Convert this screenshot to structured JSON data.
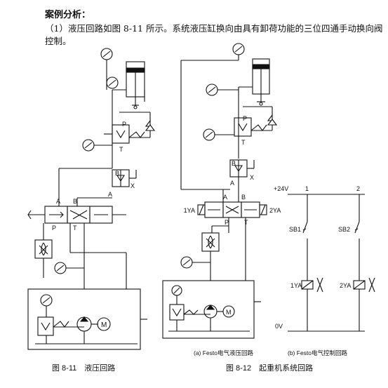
{
  "heading": "案例分析：",
  "paragraph_line1": "（1）液压回路如图 8-11 所示。系统液压缸换向由具有卸荷功能的三位四通手动换向阀",
  "paragraph_line2": "控制。",
  "fig811": {
    "caption": "图 8-11　液压回路",
    "port_P": "P",
    "port_T": "T",
    "port_A": "A",
    "port_B": "B",
    "port_X": "X",
    "valve_A": "A",
    "valve_B": "B",
    "valve_P": "P",
    "valve_T": "T",
    "motor": "M"
  },
  "fig812": {
    "caption": "图 8-12　起重机系统回路",
    "sub_a": "(a) Festo电气液压回路",
    "sub_b": "(b) Festo电气控制回路",
    "port_P": "P",
    "port_T": "T",
    "port_A": "A",
    "port_B": "B",
    "port_X": "X",
    "valve_A": "A",
    "valve_B": "B",
    "valve_P": "P",
    "valve_T": "T",
    "sol_left": "1YA",
    "sol_right": "2YA",
    "motor": "M"
  },
  "electric": {
    "supply": "+24V",
    "ground": "0V",
    "line1": "1",
    "line2": "2",
    "sb1": "SB1",
    "sb2": "SB2",
    "coil1": "1YA",
    "coil2": "2YA"
  }
}
